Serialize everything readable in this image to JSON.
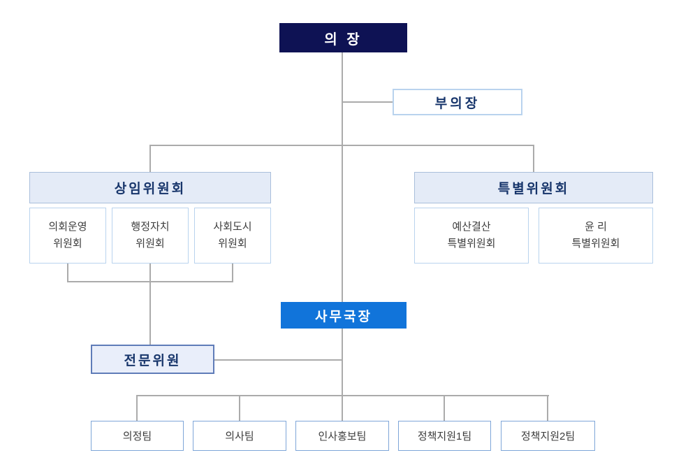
{
  "org": {
    "chairman": "의 장",
    "vice_chairman": "부의장",
    "standing_committee": "상임위원회",
    "standing_subs": [
      {
        "line1": "의회운영",
        "line2": "위원회"
      },
      {
        "line1": "행정자치",
        "line2": "위원회"
      },
      {
        "line1": "사회도시",
        "line2": "위원회"
      }
    ],
    "special_committee": "특별위원회",
    "special_subs": [
      {
        "line1": "예산결산",
        "line2": "특별위원회"
      },
      {
        "line1": "윤 리",
        "line2": "특별위원회"
      }
    ],
    "secretary_general": "사무국장",
    "expert_advisor": "전문위원",
    "teams": [
      "의정팀",
      "의사팀",
      "인사홍보팀",
      "정책지원1팀",
      "정책지원2팀"
    ]
  },
  "colors": {
    "chairman_bg": "#0e1254",
    "secretary_bg": "#1174da",
    "committee_fill": "#e4ebf7",
    "committee_border": "#a9bedb",
    "light_border": "#b9d3ee",
    "team_border": "#7ea6d8",
    "expert_fill": "#e9eefa",
    "expert_border": "#5f7cb8",
    "navy_text": "#17356b",
    "dark_text": "#3d3d3d",
    "line": "#ababab"
  }
}
